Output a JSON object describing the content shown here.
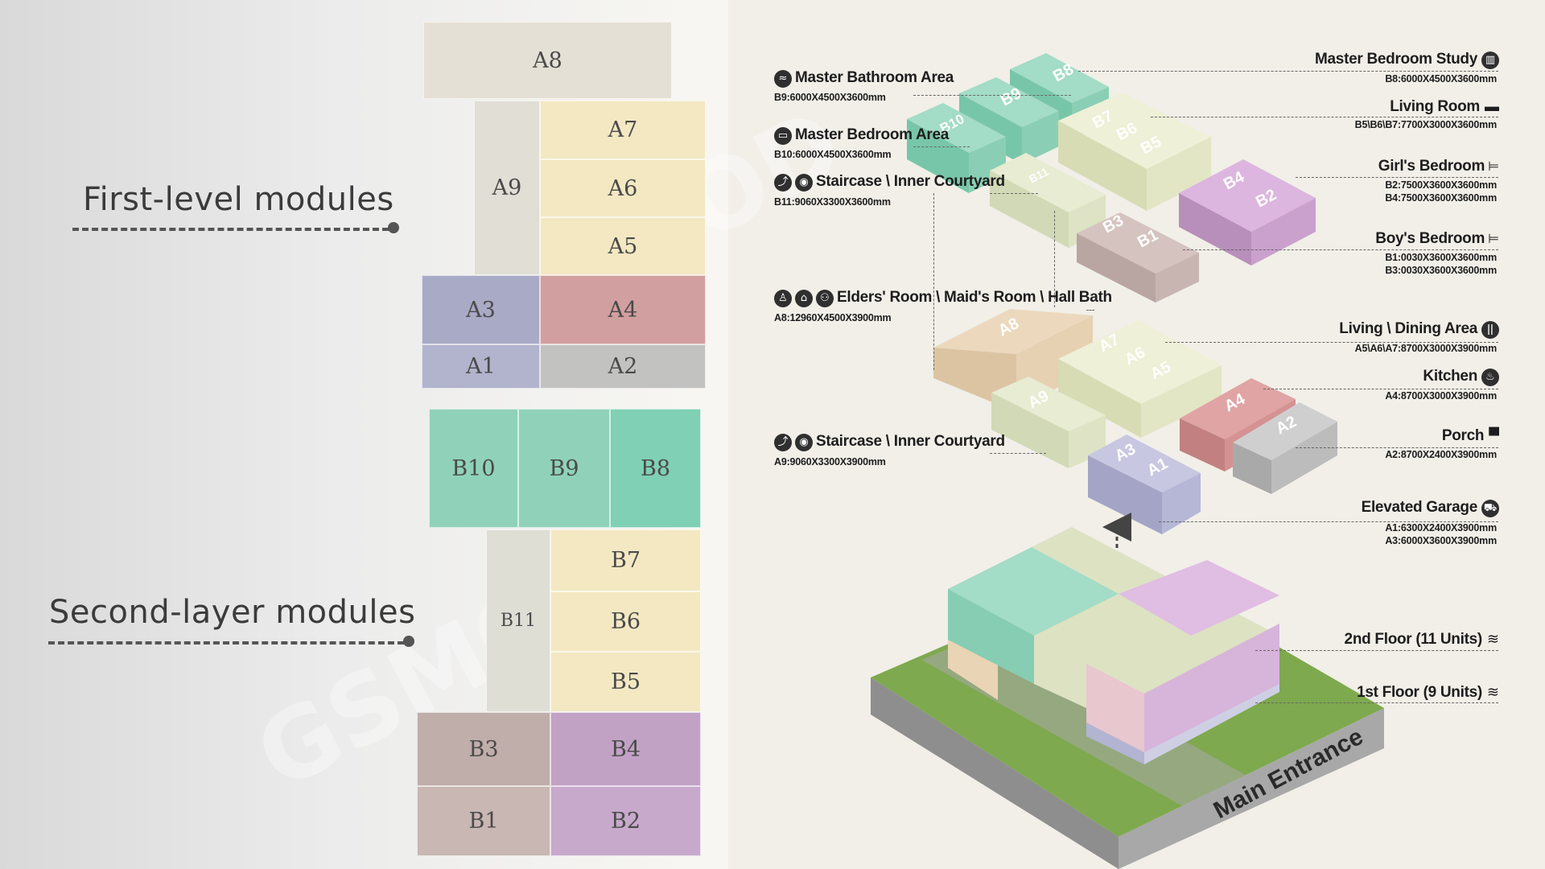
{
  "left": {
    "first_level_label": "First-level modules",
    "second_layer_label": "Second-layer modules",
    "grid_a": {
      "A8": "A8",
      "A9": "A9",
      "A7": "A7",
      "A6": "A6",
      "A5": "A5",
      "A3": "A3",
      "A4": "A4",
      "A1": "A1",
      "A2": "A2"
    },
    "grid_b": {
      "B10": "B10",
      "B9": "B9",
      "B8": "B8",
      "B11": "B11",
      "B7": "B7",
      "B6": "B6",
      "B5": "B5",
      "B3": "B3",
      "B4": "B4",
      "B1": "B1",
      "B2": "B2"
    }
  },
  "right": {
    "left_annotations": {
      "master_bathroom": {
        "title": "Master Bathroom Area",
        "spec": "B9:6000X4500X3600mm"
      },
      "master_bedroom": {
        "title": "Master Bedroom Area",
        "spec": "B10:6000X4500X3600mm"
      },
      "staircase_upper": {
        "title": "Staircase \\ Inner Courtyard",
        "spec": "B11:9060X3300X3600mm"
      },
      "elders_room": {
        "title": "Elders' Room \\ Maid's Room \\ Hall Bath",
        "spec": "A8:12960X4500X3900mm"
      },
      "staircase_lower": {
        "title": "Staircase \\ Inner Courtyard",
        "spec": "A9:9060X3300X3900mm"
      }
    },
    "right_annotations": {
      "master_study": {
        "title": "Master Bedroom Study",
        "spec": "B8:6000X4500X3600mm"
      },
      "living_room": {
        "title": "Living Room",
        "spec": "B5\\B6\\B7:7700X3000X3600mm"
      },
      "girls_bedroom": {
        "title": "Girl's Bedroom",
        "spec1": "B2:7500X3600X3600mm",
        "spec2": "B4:7500X3600X3600mm"
      },
      "boys_bedroom": {
        "title": "Boy's Bedroom",
        "spec1": "B1:0030X3600X3600mm",
        "spec2": "B3:0030X3600X3600mm"
      },
      "living_dining": {
        "title": "Living \\ Dining Area",
        "spec": "A5\\A6\\A7:8700X3000X3900mm"
      },
      "kitchen": {
        "title": "Kitchen",
        "spec": "A4:8700X3000X3900mm"
      },
      "porch": {
        "title": "Porch",
        "spec": "A2:8700X2400X3900mm"
      },
      "garage": {
        "title": "Elevated Garage",
        "spec1": "A1:6300X2400X3900mm",
        "spec2": "A3:6000X3600X3900mm"
      },
      "floor2": {
        "title": "2nd Floor (11 Units)"
      },
      "floor1": {
        "title": "1st Floor (9 Units)"
      }
    },
    "block_labels": {
      "B8": "B8",
      "B9": "B9",
      "B10": "B10",
      "B7": "B7",
      "B6": "B6",
      "B5": "B5",
      "B11": "B11",
      "B4": "B4",
      "B2": "B2",
      "B3": "B3",
      "B1": "B1",
      "A8": "A8",
      "A7": "A7",
      "A6": "A6",
      "A5": "A5",
      "A9": "A9",
      "A4": "A4",
      "A2": "A2",
      "A3": "A3",
      "A1": "A1"
    },
    "main_entrance": "Main Entrance"
  },
  "colors": {
    "beige": "#e7e1d3",
    "cream": "#f3e8bf",
    "lightgray": "#dedcd2",
    "lavender": "#a9a9c8",
    "rose": "#cf9a9a",
    "gray": "#b9b9b9",
    "mint": "#86d2b6",
    "mauve": "#c39ec7",
    "taupe": "#c3b0ac",
    "sage": "#dde5c6",
    "tan": "#e9d4b5",
    "grass": "#7ea94e"
  }
}
